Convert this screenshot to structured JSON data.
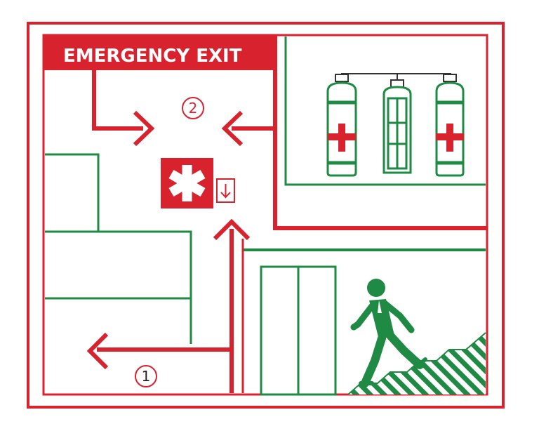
{
  "sign": {
    "title": "EMERGENCY EXIT",
    "step_one": "1",
    "step_two": "2"
  },
  "colors": {
    "route_red": "#d8232f",
    "wall_green": "#1f8a43",
    "stripe_green": "#1f8a43",
    "background": "#ffffff"
  },
  "icons": {
    "first_aid": "first-aid-star-icon",
    "down_arrow": "down-arrow-icon",
    "cylinders": "oxygen-cylinders-icon",
    "runner": "running-man-icon",
    "elevator": "elevator-doors-icon",
    "stairs": "stairs-icon"
  }
}
